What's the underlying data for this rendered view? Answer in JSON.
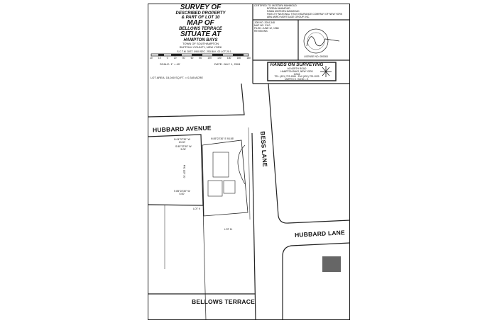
{
  "title": {
    "l1": "SURVEY OF",
    "l2": "DESCRIBED PROPERTY",
    "l3": "& PART OF LOT 10",
    "l4": "MAP OF",
    "l5": "BELLOWS TERRACE",
    "l6": "SITUATE AT",
    "l7": "HAMPTON BAYS",
    "l8": "TOWN OF SOUTHAMPTON",
    "l9": "SUFFOLK COUNTY, NEW YORK"
  },
  "sctm": "S.C.T.M. DIST. 0900 SEC. 253 BLK. 02 LOT 20.1",
  "scale_ticks": [
    "20",
    "10",
    "0",
    "20",
    "40",
    "60",
    "80",
    "100",
    "120",
    "140",
    "160",
    "180"
  ],
  "scale": "SCALE: 1\" = 40'",
  "date": "DATE: JULY 1, 2004",
  "lot_area": "LOT AREA: 15,040 SQ.FT. = 0.345 ACRE",
  "certified": [
    "CERTIFIED TO: MOSTAFA MAHMOUD",
    "BOZENA MAHMOUD",
    "RABIA MOSTAFA MAHMOUD",
    "FIDELITY NATIONAL TITLE INSURANCE COMPANY OF NEW YORK",
    "ABN AMRO MORTGAGE GROUP, INC."
  ],
  "job": [
    "JOB NO. 2004-348",
    "MAP NO. 3110",
    "FILED: JUNE 12, 1968",
    "REVISIONS:"
  ],
  "license": "LICENSE NO. 050363",
  "company": {
    "name": "HANDS ON SURVEYING",
    "lines": [
      "46 NORTH ROAD",
      "HAMPTON BAYS, NEW YORK",
      "11946",
      "TEL: (631) 723-1984 - FAX (631) 723-1029",
      "MARTIN D. HAND L.S."
    ]
  },
  "roads": {
    "hubbard_avenue": "HUBBARD AVENUE",
    "bess_lane": "BESS LANE",
    "hubbard_lane": "HUBBARD LANE",
    "bellows_terrace": "BELLOWS TERRACE"
  },
  "lots": {
    "lot10": "P/O LOT 10",
    "lot9": "LOT 9",
    "lot11": "LOT 11"
  },
  "bearings": {
    "b1": "N 04°37'30\" W",
    "b1d": "10.00'",
    "b2": "S 85°22'30\" W",
    "b2d": "5.00'",
    "b3": "N 85°22'30\" E",
    "b3d": "93.55'",
    "b4": "S 85°22'30\" W",
    "b4d": "5.00'"
  }
}
